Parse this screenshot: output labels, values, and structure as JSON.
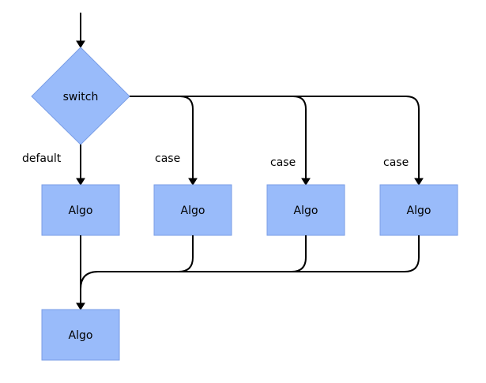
{
  "decision": {
    "label": "switch"
  },
  "branches": {
    "default": {
      "edge_label": "default",
      "node_label": "Algo"
    },
    "case1": {
      "edge_label": "case",
      "node_label": "Algo"
    },
    "case2": {
      "edge_label": "case",
      "node_label": "Algo"
    },
    "case3": {
      "edge_label": "case",
      "node_label": "Algo"
    }
  },
  "merge": {
    "node_label": "Algo"
  },
  "colors": {
    "node_fill": "#99bbfa",
    "node_stroke": "#7a9ee6",
    "line": "#000000"
  }
}
